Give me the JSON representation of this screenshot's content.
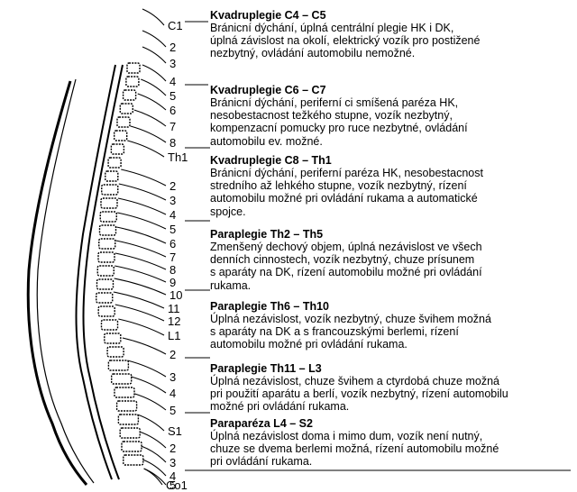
{
  "segments": [
    "C1",
    "2",
    "3",
    "4",
    "5",
    "6",
    "7",
    "8",
    "Th1",
    "2",
    "3",
    "4",
    "5",
    "6",
    "7",
    "8",
    "9",
    "10",
    "11",
    "12",
    "L1",
    "2",
    "3",
    "4",
    "5",
    "S1",
    "2",
    "3",
    "4",
    "5",
    "Co1"
  ],
  "blocks": [
    {
      "title": "Kvadruplegie C4 – C5",
      "text": "Bránicní dýchání, úplná centrální plegie HK i DK,\núplná závislost na okolí, elektrický vozík pro postižené\nnezbytný, ovládání automobilu nemožné."
    },
    {
      "title": "Kvadruplegie C6 – C7",
      "text": "Bránicní dýchání, periferní ci smíšená paréza HK,\nnesobestacnost težkého stupne, vozík nezbytný,\nkompenzacní pomucky pro ruce nezbytné, ovládání\nautomobilu ev. možné."
    },
    {
      "title": "Kvadruplegie C8 – Th1",
      "text": "Bránicní dýchání, periferní paréza HK, nesobestacnost\nstredního až lehkého stupne, vozík nezbytný, rízení\nautomobilu možné pri ovládání rukama a automatické\nspojce."
    },
    {
      "title": "Paraplegie Th2 – Th5",
      "text": "Zmenšený dechový objem, úplná nezávislost ve všech\ndenních cinnostech, vozík nezbytný, chuze prísunem\ns aparáty na DK, rízení automobilu možné pri ovládání\nrukama."
    },
    {
      "title": "Paraplegie Th6 – Th10",
      "text": "Úplná nezávislost, vozík nezbytný, chuze švihem možná\ns aparáty na DK a s francouzskými berlemi, rízení\nautomobilu možné pri ovládání rukama."
    },
    {
      "title": "Paraplegie Th11 – L3",
      "text": "Úplná nezávislost, chuze švihem a ctyrdobá chuze možná\npri použití aparátu a berlí, vozík nezbytný, rízení automobilu\nmožné pri ovládání rukama."
    },
    {
      "title": "Paraparéza L4 – S2",
      "text": "Úplná nezávislost doma i mimo dum, vozík není nutný,\nchuze se dvema berlemi možná, rízení automobilu možné\npri ovládání rukama."
    }
  ]
}
